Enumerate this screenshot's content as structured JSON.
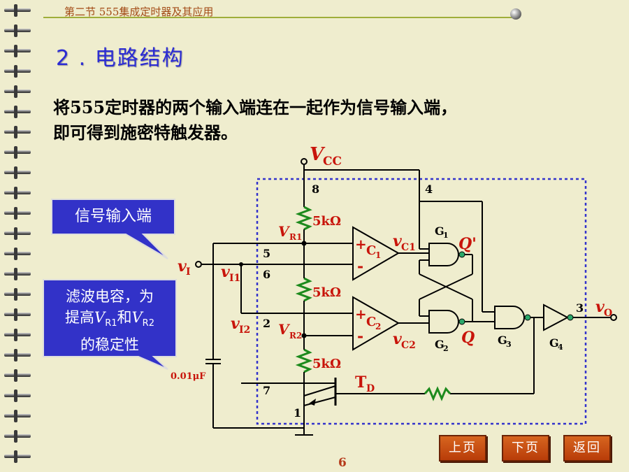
{
  "header": {
    "title": "第二节  555集成定时器及其应用"
  },
  "section_title": "2 . 电路结构",
  "body": {
    "line1": "将555定时器的两个输入端连在一起作为信号输入端，",
    "line2": "即可得到施密特触发器。"
  },
  "callouts": {
    "signal_input": "信号输入端",
    "filter_cap_line1": "滤波电容，为",
    "filter_cap_pre": "提高",
    "filter_cap_v": "V",
    "filter_cap_r1": "R1",
    "filter_cap_and": "和",
    "filter_cap_r2": "R2",
    "filter_cap_line3": "的稳定性"
  },
  "circuit": {
    "vcc": "V",
    "vcc_sub": "CC",
    "pin8": "8",
    "pin4": "4",
    "pin5": "5",
    "pin6": "6",
    "pin2": "2",
    "pin7": "7",
    "pin1": "1",
    "pin3": "3",
    "r1": "5kΩ",
    "r2": "5kΩ",
    "r3": "5kΩ",
    "vr1": "V",
    "vr1_sub": "R1",
    "vr2": "V",
    "vr2_sub": "R2",
    "vi": "v",
    "vi_sub": "I",
    "vi1": "v",
    "vi1_sub": "I1",
    "vi2": "v",
    "vi2_sub": "I2",
    "vc1": "v",
    "vc1_sub": "C1",
    "vc2": "v",
    "vc2_sub": "C2",
    "c1": "C",
    "c1_sub": "1",
    "c2": "C",
    "c2_sub": "2",
    "g1": "G",
    "g1_sub": "1",
    "g2": "G",
    "g2_sub": "2",
    "g3": "G",
    "g3_sub": "3",
    "g4": "G",
    "g4_sub": "4",
    "q_prime": "Q'",
    "q": "Q",
    "td": "T",
    "td_sub": "D",
    "vo": "v",
    "vo_sub": "O",
    "plus": "+",
    "minus": "-",
    "cap_value": "0.01μF"
  },
  "nav": {
    "prev": "上页",
    "next": "下页",
    "back": "返回"
  },
  "page_number": "6",
  "colors": {
    "background": "#efedce",
    "title": "#2b2bd4",
    "callout": "#3232c8",
    "header": "#a34b16",
    "nav": "#c84a12",
    "wire": "#000000",
    "green_resistor": "#1c8a1c",
    "dashed_box": "#3333cc"
  },
  "icons": {
    "rings": "spiral-binding-icon",
    "ball": "ornament-ball-icon",
    "star": "spark-icon"
  }
}
